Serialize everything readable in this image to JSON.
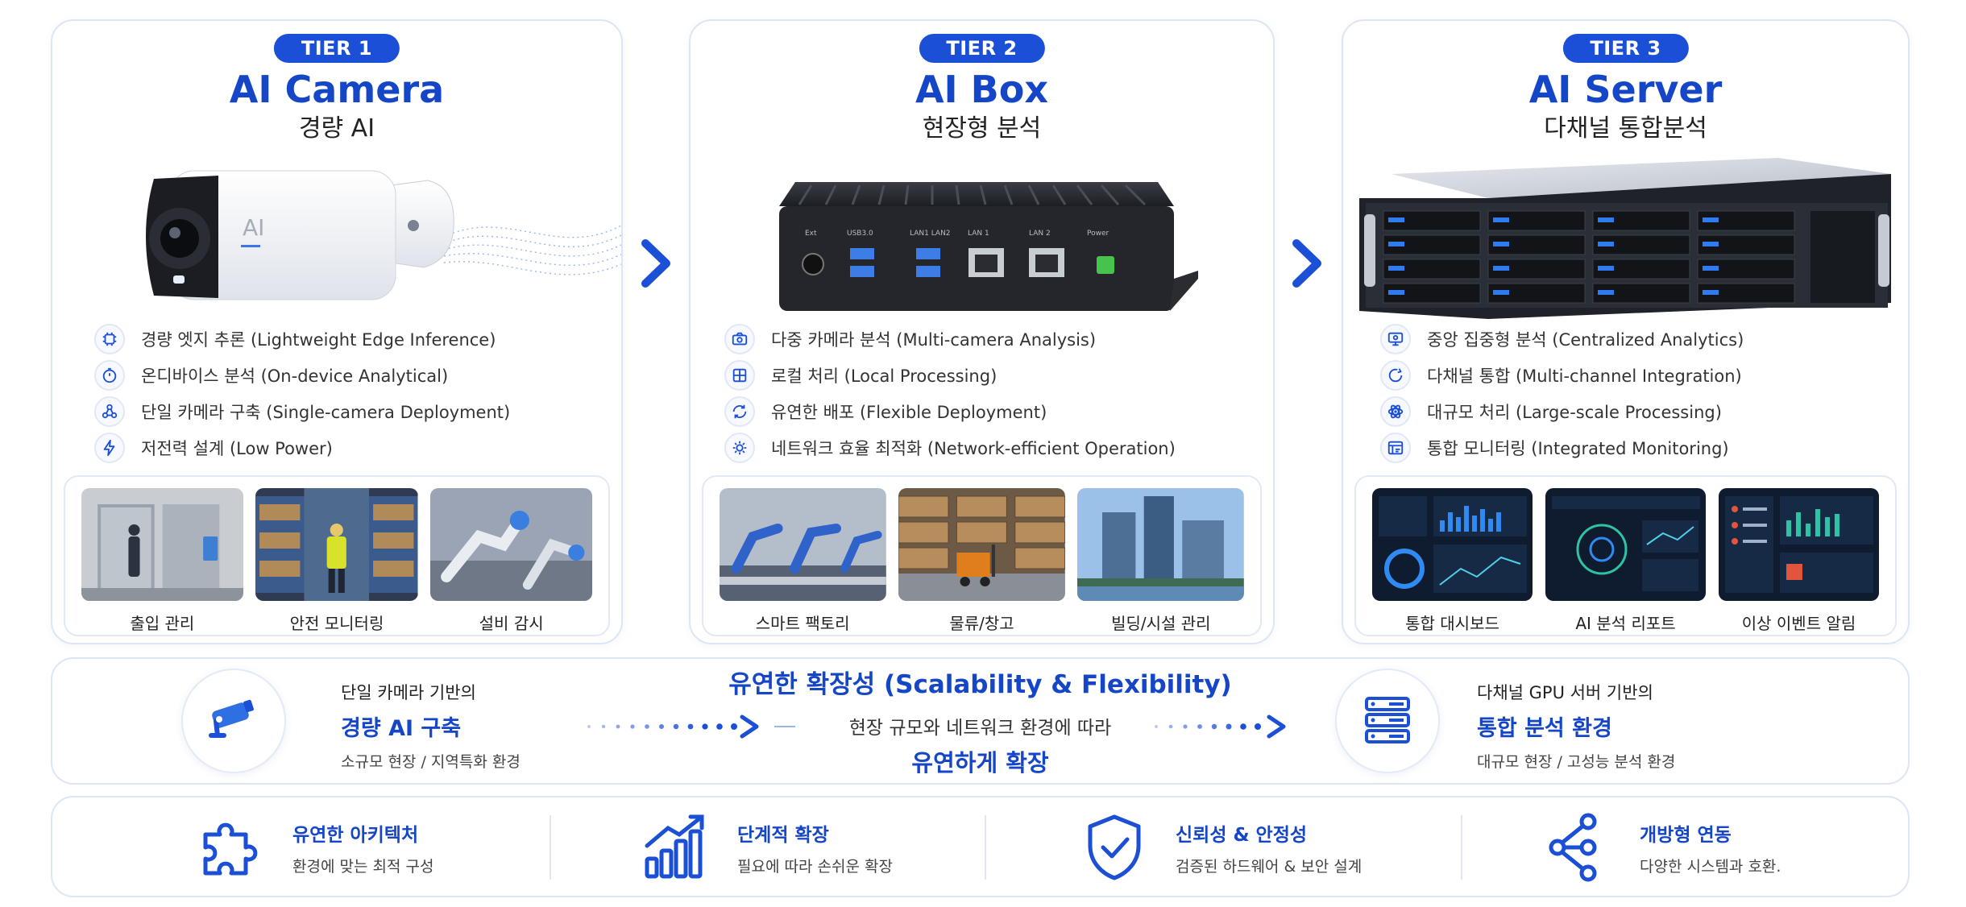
{
  "tiers": [
    {
      "badge": "TIER 1",
      "title": "AI Camera",
      "subtitle": "경량 AI",
      "device_label": "AI",
      "features": [
        {
          "icon": "edge-chip-icon",
          "text": "경량 엣지 추론 (Lightweight Edge Inference)"
        },
        {
          "icon": "timer-icon",
          "text": "온디바이스 분석 (On-device Analytical)"
        },
        {
          "icon": "network-nodes-icon",
          "text": "단일 카메라 구축 (Single-camera Deployment)"
        },
        {
          "icon": "bolt-icon",
          "text": "저전력 설계 (Low Power)"
        }
      ],
      "gallery": [
        "출입 관리",
        "안전 모니터링",
        "설비 감시"
      ]
    },
    {
      "badge": "TIER 2",
      "title": "AI Box",
      "subtitle": "현장형 분석",
      "device_ports": [
        "Ext",
        "USB3.0",
        "LAN1 LAN2",
        "LAN 1",
        "LAN 2",
        "Power"
      ],
      "features": [
        {
          "icon": "multi-camera-icon",
          "text": "다중 카메라 분석 (Multi-camera Analysis)"
        },
        {
          "icon": "local-box-icon",
          "text": "로컬 처리 (Local Processing)"
        },
        {
          "icon": "deploy-cycle-icon",
          "text": "유연한 배포 (Flexible Deployment)"
        },
        {
          "icon": "network-gear-icon",
          "text": "네트워크 효율 최적화 (Network-efficient Operation)"
        }
      ],
      "gallery": [
        "스마트 팩토리",
        "물류/창고",
        "빌딩/시설 관리"
      ]
    },
    {
      "badge": "TIER 3",
      "title": "AI Server",
      "subtitle": "다채널 통합분석",
      "features": [
        {
          "icon": "monitor-analytics-icon",
          "text": "중앙 집중형 분석 (Centralized Analytics)"
        },
        {
          "icon": "refresh-ring-icon",
          "text": "다채널 통합 (Multi-channel Integration)"
        },
        {
          "icon": "atom-icon",
          "text": "대규모 처리 (Large-scale Processing)"
        },
        {
          "icon": "dashboard-icon",
          "text": "통합 모니터링 (Integrated Monitoring)"
        }
      ],
      "gallery": [
        "통합 대시보드",
        "AI 분석 리포트",
        "이상 이벤트 알림"
      ]
    }
  ],
  "scalability": {
    "title": "유연한 확장성 (Scalability & Flexibility)",
    "left": {
      "top": "단일 카메라 기반의",
      "highlight": "경량 AI 구축",
      "bottom": "소규모 현장 / 지역특화 환경"
    },
    "center": {
      "top": "현장 규모와 네트워크 환경에 따라",
      "highlight": "유연하게 확장"
    },
    "right": {
      "top": "다채널 GPU 서버 기반의",
      "highlight": "통합 분석 환경",
      "bottom": "대규모 현장 / 고성능 분석 환경"
    }
  },
  "benefits": [
    {
      "icon": "puzzle-icon",
      "title": "유연한 아키텍처",
      "desc": "환경에 맞는 최적 구성"
    },
    {
      "icon": "growth-chart-icon",
      "title": "단계적 확장",
      "desc": "필요에 따라 손쉬운 확장"
    },
    {
      "icon": "shield-check-icon",
      "title": "신뢰성 & 안정성",
      "desc": "검증된 하드웨어 & 보안 설계"
    },
    {
      "icon": "share-network-icon",
      "title": "개방형 연동",
      "desc": "다양한 시스템과 호환."
    }
  ],
  "colors": {
    "accent": "#1646c8",
    "badge": "#1a4fd6",
    "border": "#dde6f4"
  }
}
